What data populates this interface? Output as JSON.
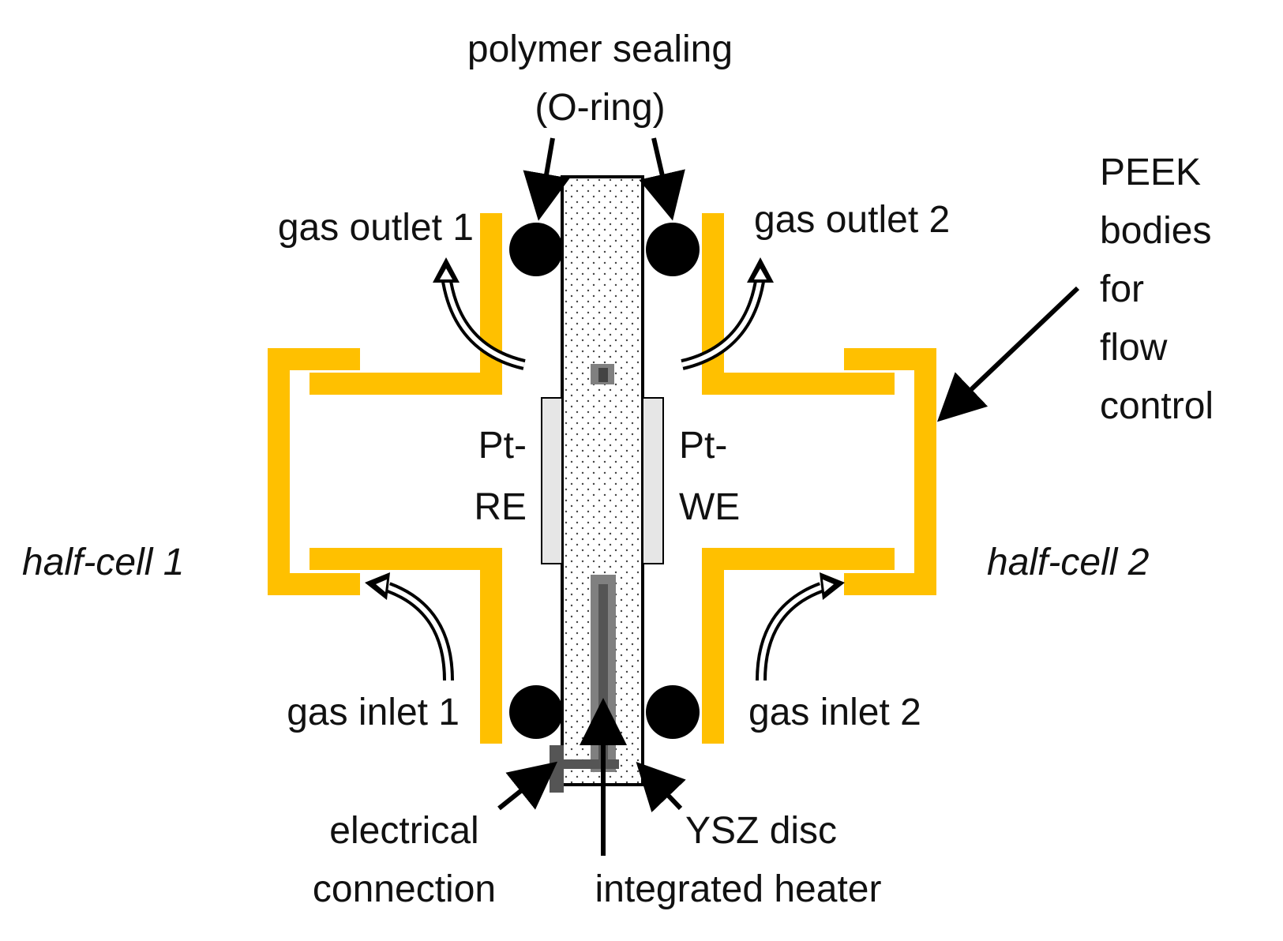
{
  "labels": {
    "polymer_sealing_line1": "polymer sealing",
    "polymer_sealing_line2": "(O-ring)",
    "gas_outlet_1": "gas outlet 1",
    "gas_outlet_2": "gas outlet 2",
    "peek_line1": "PEEK",
    "peek_line2": "bodies",
    "peek_line3": "for",
    "peek_line4": "flow",
    "peek_line5": "control",
    "pt_re_line1": "Pt-",
    "pt_re_line2": "RE",
    "pt_we_line1": "Pt-",
    "pt_we_line2": "WE",
    "half_cell_1": "half-cell 1",
    "half_cell_2": "half-cell 2",
    "gas_inlet_1": "gas inlet 1",
    "gas_inlet_2": "gas inlet 2",
    "electrical_line1": "electrical",
    "electrical_line2": "connection",
    "ysz_disc": "YSZ disc",
    "integrated_heater": "integrated heater"
  },
  "colors": {
    "peek_body": "#FFC000",
    "electrode": "#E6E6E6",
    "heater": "#555555",
    "heater_outer": "#808080",
    "oring": "#000000",
    "outline": "#000000"
  }
}
